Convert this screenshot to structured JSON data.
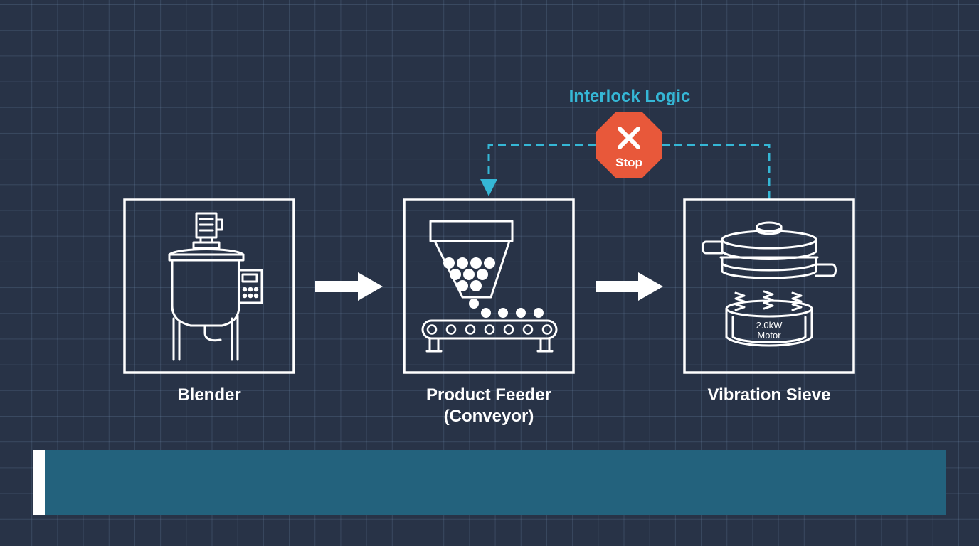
{
  "diagram": {
    "interlock": {
      "title": "Interlock Logic",
      "stop_label": "Stop"
    },
    "stages": [
      {
        "id": "blender",
        "label": "Blender",
        "icon": "mixing-tank-icon"
      },
      {
        "id": "feeder",
        "label_line1": "Product Feeder",
        "label_line2": "(Conveyor)",
        "icon": "hopper-conveyor-icon"
      },
      {
        "id": "sieve",
        "label": "Vibration Sieve",
        "icon": "vibration-sieve-icon",
        "motor_line1": "2.0kW",
        "motor_line2": "Motor"
      }
    ]
  },
  "colors": {
    "background": "#283347",
    "accent": "#35b7d6",
    "stop": "#e8583a",
    "footer": "#23627d",
    "line": "#ffffff"
  }
}
